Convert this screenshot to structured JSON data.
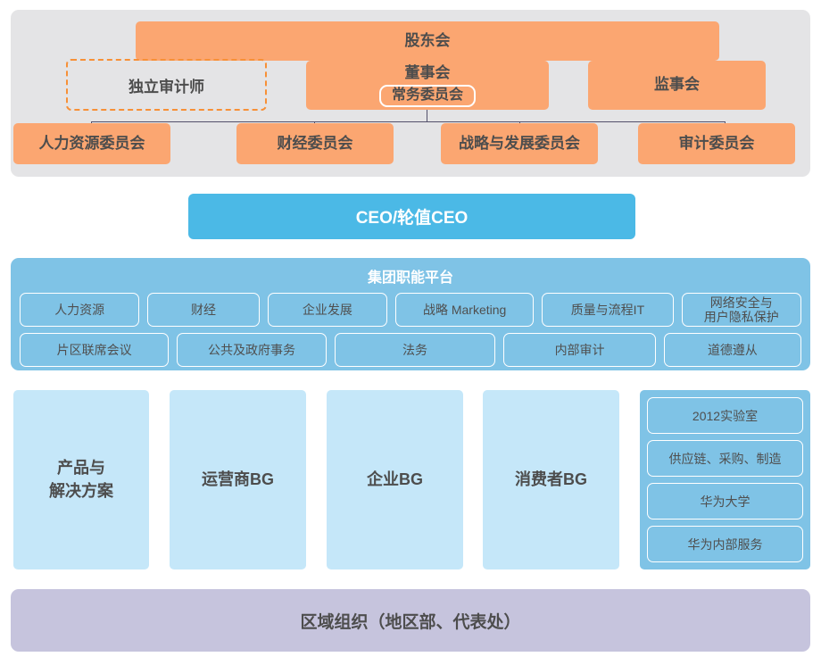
{
  "governance": {
    "shareholders_label": "股东会",
    "auditor_label": "独立审计师",
    "board": {
      "title": "董事会",
      "subtitle": "常务委员会"
    },
    "supervisors_label": "监事会",
    "committees": [
      {
        "label": "人力资源委员会"
      },
      {
        "label": "财经委员会"
      },
      {
        "label": "战略与发展委员会"
      },
      {
        "label": "审计委员会"
      }
    ]
  },
  "ceo": {
    "label": "CEO/轮值CEO"
  },
  "platform": {
    "title": "集团职能平台",
    "row1": [
      {
        "label": "人力资源"
      },
      {
        "label": "财经"
      },
      {
        "label": "企业发展"
      },
      {
        "label": "战略 Marketing"
      },
      {
        "label": "质量与流程IT"
      },
      {
        "label": "网络安全与\n用户隐私保护"
      }
    ],
    "row2": [
      {
        "label": "片区联席会议"
      },
      {
        "label": "公共及政府事务"
      },
      {
        "label": "法务"
      },
      {
        "label": "内部审计"
      },
      {
        "label": "道德遵从"
      }
    ]
  },
  "business_groups": [
    {
      "label": "产品与\n解决方案"
    },
    {
      "label": "运营商BG"
    },
    {
      "label": "企业BG"
    },
    {
      "label": "消费者BG"
    }
  ],
  "support_units": [
    {
      "label": "2012实验室"
    },
    {
      "label": "供应链、采购、制造"
    },
    {
      "label": "华为大学"
    },
    {
      "label": "华为内部服务"
    }
  ],
  "regional": {
    "label": "区域组织（地区部、代表处）"
  },
  "colors": {
    "governance_panel": "#e4e4e6",
    "orange": "#fba671",
    "auditor_border": "#f79037",
    "ceo_blue": "#4bb9e6",
    "platform_blue": "#7fc3e6",
    "bg_blue": "#c5e7f9",
    "regional_purple": "#c6c4dd",
    "connector": "#53506b"
  }
}
